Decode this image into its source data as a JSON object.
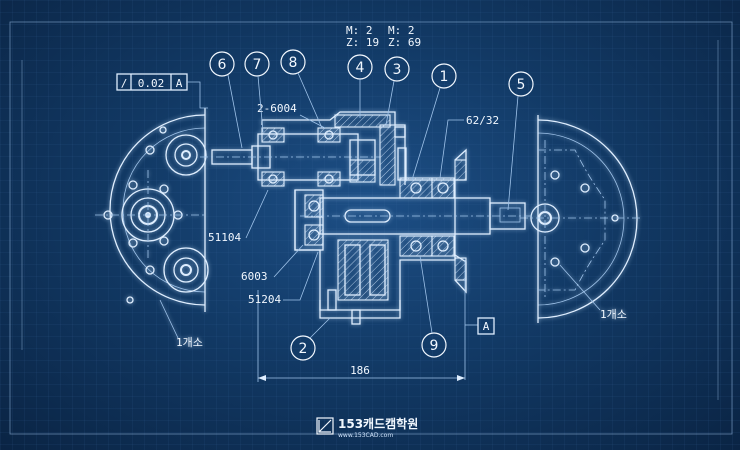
{
  "gear_spec": {
    "left": {
      "module": "M: 2",
      "teeth": "Z: 19"
    },
    "right": {
      "module": "M: 2",
      "teeth": "Z: 69"
    }
  },
  "tolerance_frame": {
    "symbol": "/",
    "value": "0.02",
    "datum": "A"
  },
  "datum_label": "A",
  "balloons": [
    "6",
    "7",
    "8",
    "4",
    "3",
    "1",
    "5",
    "2",
    "9"
  ],
  "bearing_labels": {
    "top_left": "2-6004",
    "top_right": "62/32",
    "mid_left": "51104",
    "lower_left_1": "6003",
    "lower_left_2": "51204"
  },
  "dimension": "186",
  "view_notes": {
    "left": "1개소",
    "right": "1개소"
  },
  "logo": {
    "name": "153캐드캠학원",
    "url": "www.153CAD.com"
  }
}
